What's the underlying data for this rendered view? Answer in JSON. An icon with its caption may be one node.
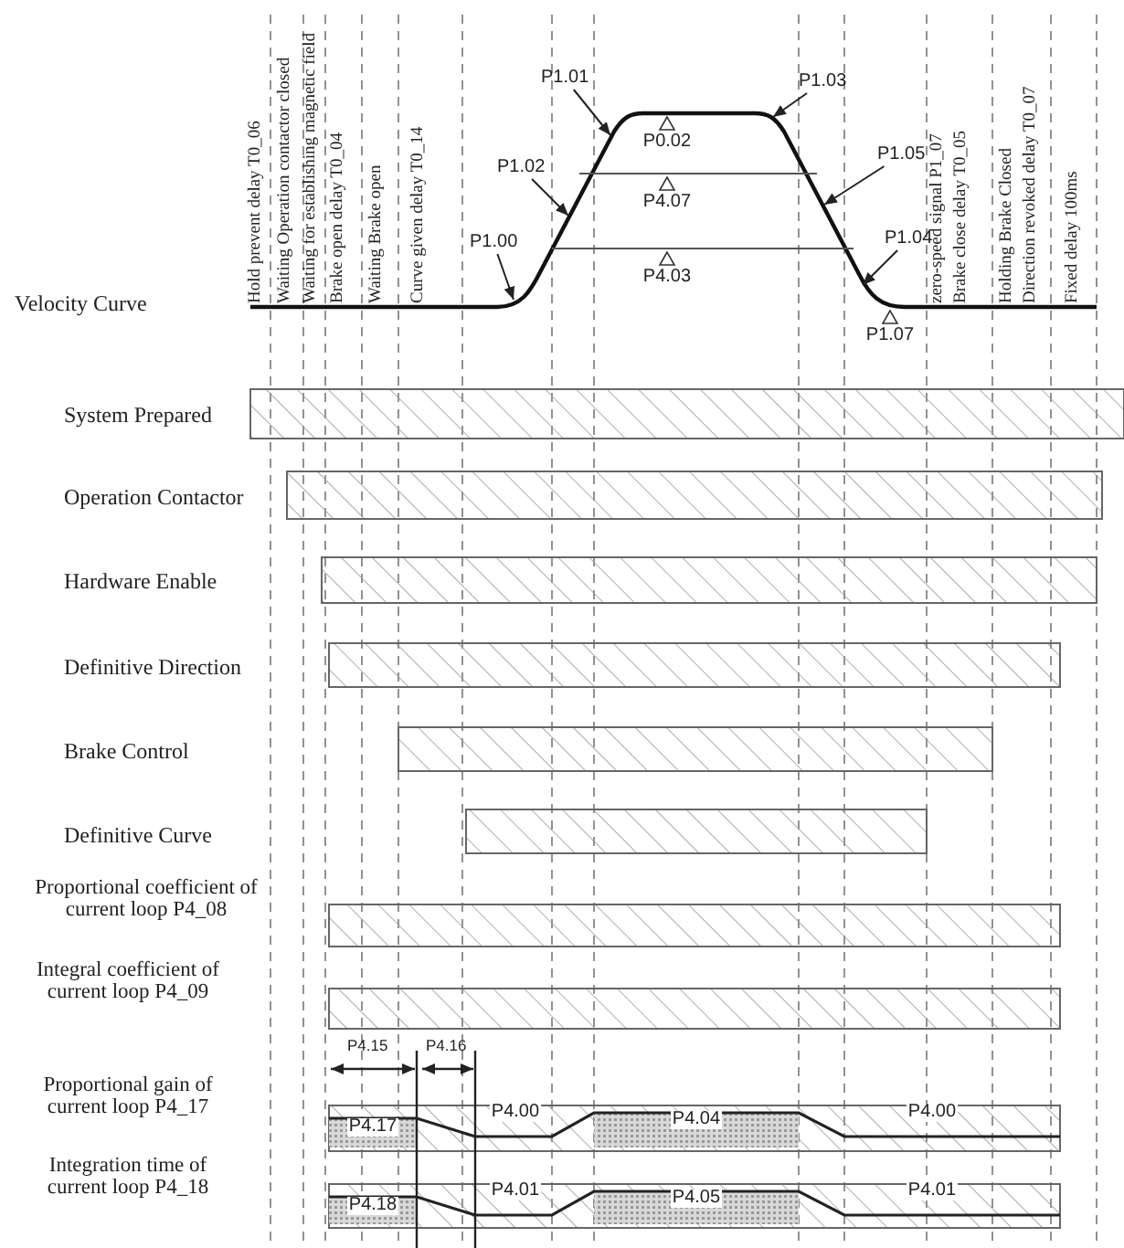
{
  "diagram": {
    "nodes": [
      {
        "text": [
          "P1.01"
        ]
      },
      {
        "text": [
          "P1.03"
        ]
      },
      {
        "text": [
          "P1.02"
        ]
      },
      {
        "text": [
          "P1.05"
        ]
      },
      {
        "text": [
          "P1.00"
        ]
      },
      {
        "text": [
          "P1.04"
        ]
      },
      {
        "text": [],
        "shape": "bar"
      },
      {
        "text": [],
        "shape": "bar"
      },
      {
        "text": [],
        "shape": "bar"
      },
      {
        "text": [],
        "shape": "bar"
      },
      {
        "text": [],
        "shape": "bar"
      },
      {
        "text": [],
        "shape": "bar"
      },
      {
        "text": [],
        "shape": "bar"
      },
      {
        "text": [],
        "shape": "bar"
      },
      {
        "text": [],
        "shape": "bar"
      },
      {
        "text": [],
        "shape": "bar"
      }
    ],
    "edges": [
      {
        "from": 0,
        "to": null,
        "arrow": "to"
      },
      {
        "from": 1,
        "to": null,
        "arrow": "to"
      },
      {
        "from": 2,
        "to": null,
        "arrow": "to"
      },
      {
        "from": 3,
        "to": null,
        "arrow": "to"
      },
      {
        "from": 4,
        "to": null,
        "arrow": "to"
      },
      {
        "from": 5,
        "to": null,
        "arrow": "to"
      }
    ],
    "labels": [
      "Hold prevent delay T0_06",
      "Waiting Operation contactor closed",
      "Waiting for establishing magnetic field",
      "Brake open delay T0_04",
      "Waiting Brake open",
      "Curve given delay T0_14",
      "zero-speed signal P1_07",
      "Brake close delay T0_05",
      "Holding Brake Closed",
      "Direction revoked delay T0_07",
      "Fixed delay 100ms",
      "P0.02",
      "P4.07",
      "P4.03",
      "Velocity Curve",
      "P1.07",
      "System Prepared",
      "Operation Contactor",
      "Hardware Enable",
      "Definitive Direction",
      "Brake Control",
      "Definitive Curve",
      "Proportional coefficient of current loop P4_08",
      "Integral coefficient of current loop P4_09",
      "P4.15",
      "P4.16",
      "Proportional gain of current loop P4_17",
      "P4.17",
      "P4.00",
      "P4.04",
      "P4.00",
      "Integration time of current loop P4_18",
      "P4.18",
      "P4.01",
      "P4.05",
      "P4.01"
    ]
  }
}
